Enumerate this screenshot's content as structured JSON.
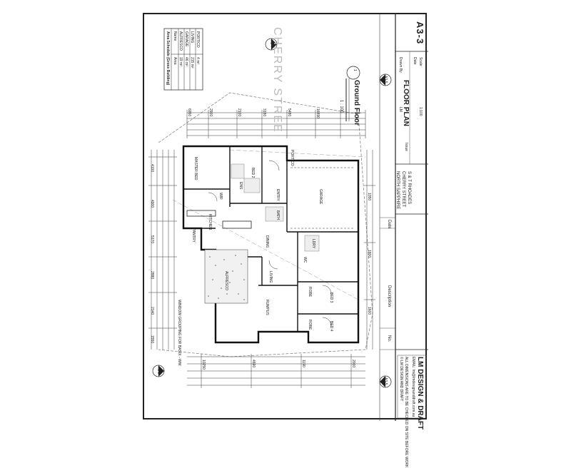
{
  "sheet": {
    "company": "LM DESIGN & DRAFT",
    "company_email": "EMAIL: lm@lmdesignanddraft.com.au",
    "company_note": "ALL DIMENSIONS ARE TO BE CHECKED ON SITE BEFORE WORK",
    "company_note2": "© LM DESIGN AND DRAFT",
    "drawing_title": "FLOOR PLAN",
    "sheet_no": "A3-3",
    "client": "S & T RHOADES",
    "street": "CHERRY STREET",
    "suburb": "NORTH SAPPHIRE",
    "col_no": "No.",
    "col_description": "Description",
    "col_date": "Date",
    "scale_label": "Scale",
    "scale_value": "1:100",
    "date_label": "Date",
    "drawn_label": "Drawn By",
    "drawn_value": "LM",
    "issue_label": "Issue"
  },
  "plan": {
    "title": "Ground Floor",
    "title_no": "1",
    "title_scale": "1 : 100",
    "street_label": "CHERRY STREE",
    "section_refs": [
      "A3-4",
      "A3-5",
      "A3-2",
      "A3-5"
    ],
    "window_note": "WINDOW GROUPING FOR BASIX - WW",
    "rooms": [
      "MASTER BED",
      "WIR",
      "BED 2",
      "ENTRY",
      "GARAGE",
      "KITCHEN",
      "DINING",
      "LIVING",
      "ALFRESCO",
      "BED 3",
      "BED 4",
      "RUMPUS",
      "ROBE",
      "ROBE",
      "LDRY",
      "WC",
      "BATH",
      "ENS",
      "PORTICO",
      "PANTRY"
    ]
  },
  "area_schedule": {
    "title": "Area Schedule (Gross Building)",
    "headers": [
      "Name",
      "Area"
    ],
    "rows": [
      [
        "ALFRESCO",
        "19 m²"
      ],
      [
        "GARAGE",
        "46 m²"
      ],
      [
        "LIVING",
        "215 m²"
      ],
      [
        "PORTICO",
        "4 m²"
      ]
    ]
  },
  "dimensions": {
    "top": [
      "6950",
      "2900",
      "2100",
      "3180",
      "5480",
      "16890"
    ],
    "left": [
      "4100",
      "4900",
      "5170",
      "2880",
      "2140",
      "1550"
    ],
    "bottom": [
      "10250",
      "4690",
      "1190",
      "2000"
    ],
    "right": [
      "1050",
      "1800",
      "1600"
    ]
  }
}
